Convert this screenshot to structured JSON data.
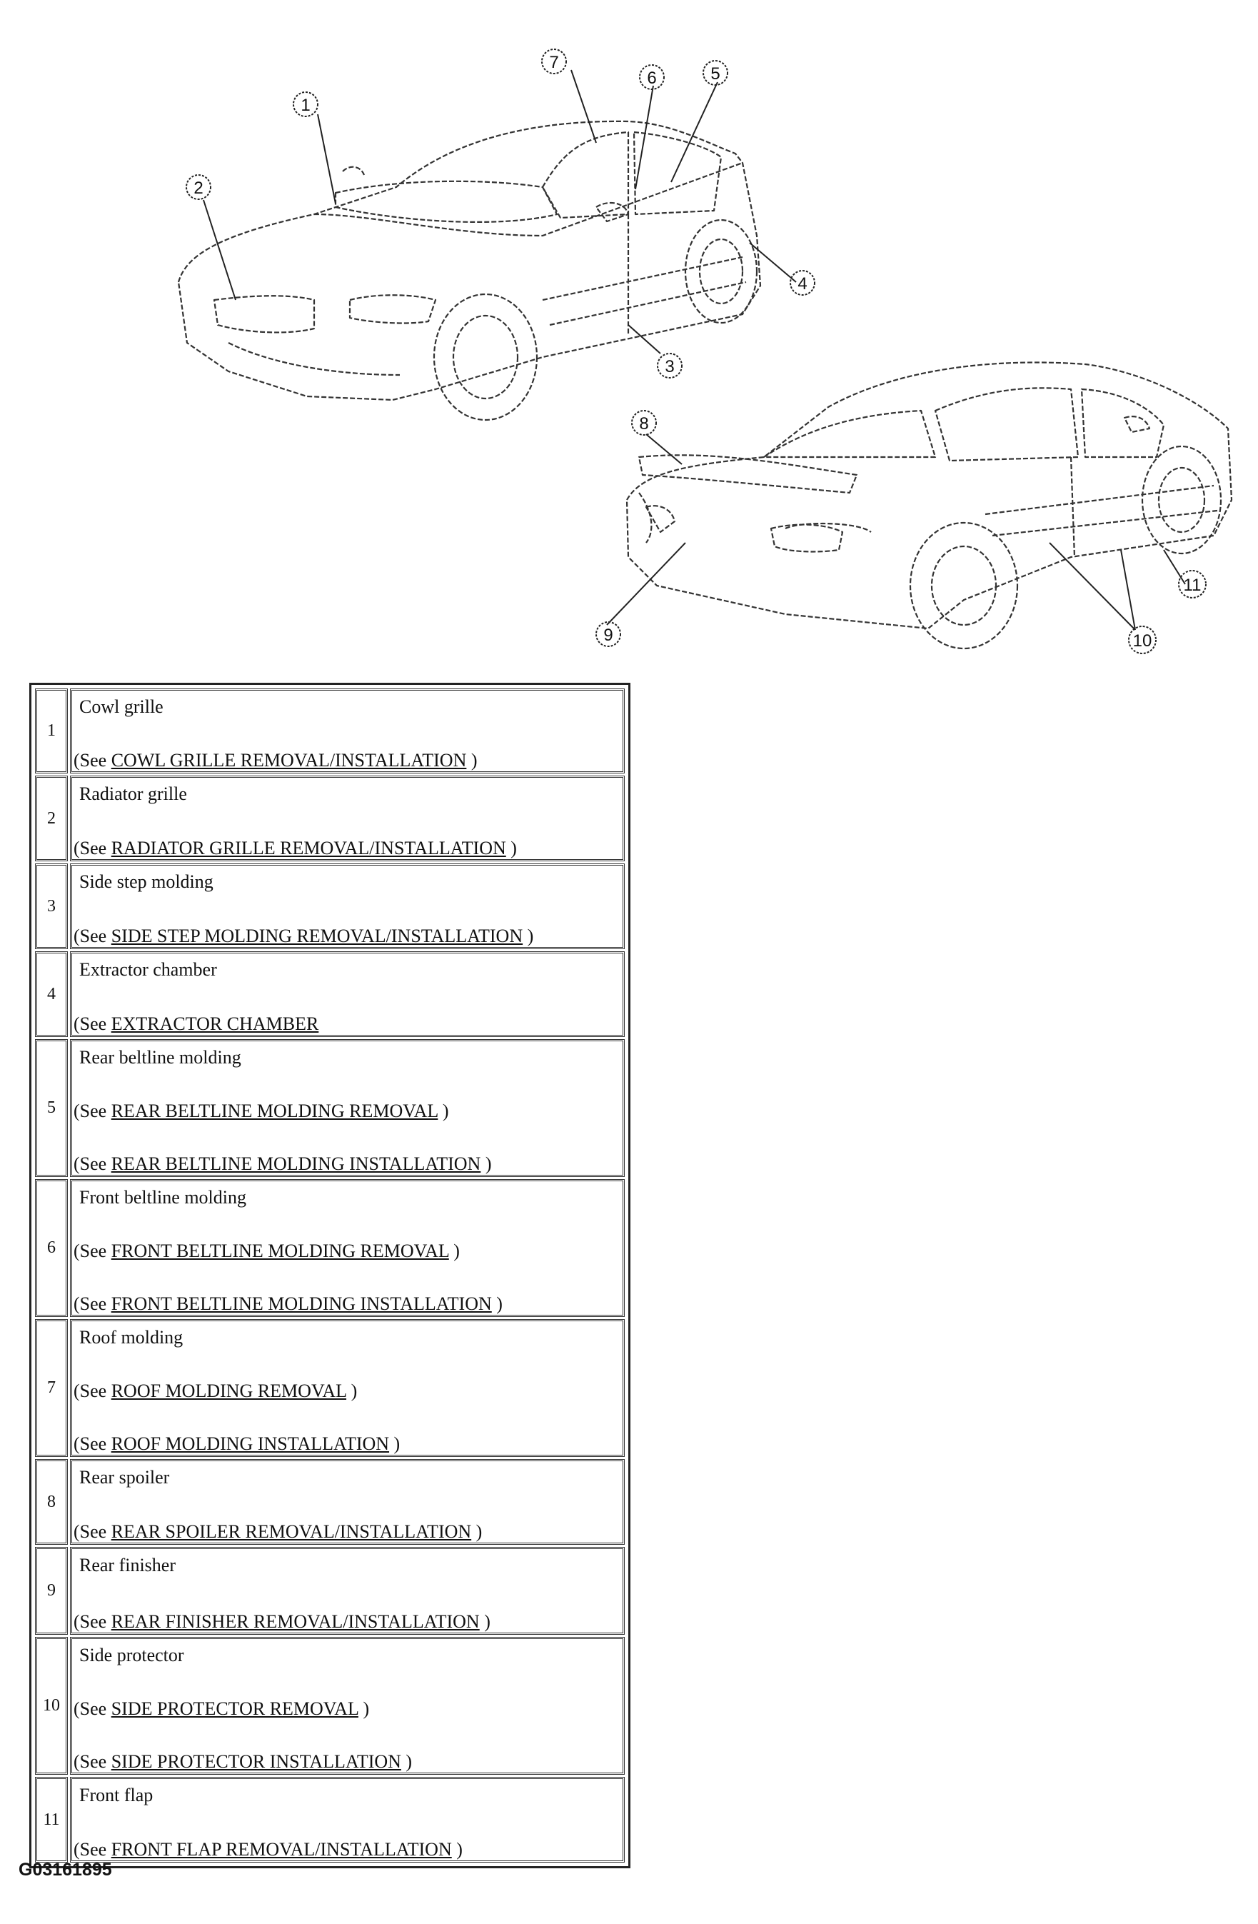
{
  "callouts": [
    "1",
    "2",
    "3",
    "4",
    "5",
    "6",
    "7",
    "8",
    "9",
    "10",
    "11"
  ],
  "parts": [
    {
      "num": "1",
      "name": "Cowl grille",
      "refs": [
        {
          "prefix": "(See ",
          "link": "COWL GRILLE REMOVAL/INSTALLATION",
          "suffix": " )"
        }
      ]
    },
    {
      "num": "2",
      "name": "Radiator grille",
      "refs": [
        {
          "prefix": "(See ",
          "link": "RADIATOR GRILLE REMOVAL/INSTALLATION",
          "suffix": " )"
        }
      ]
    },
    {
      "num": "3",
      "name": "Side step molding",
      "refs": [
        {
          "prefix": "(See ",
          "link": "SIDE STEP MOLDING REMOVAL/INSTALLATION",
          "suffix": " )"
        }
      ]
    },
    {
      "num": "4",
      "name": "Extractor chamber",
      "refs": [
        {
          "prefix": "(See ",
          "link": "EXTRACTOR CHAMBER",
          "suffix": ""
        }
      ]
    },
    {
      "num": "5",
      "name": "Rear beltline molding",
      "refs": [
        {
          "prefix": "(See ",
          "link": "REAR BELTLINE MOLDING REMOVAL",
          "suffix": " )"
        },
        {
          "prefix": "(See ",
          "link": "REAR BELTLINE MOLDING INSTALLATION",
          "suffix": " )"
        }
      ]
    },
    {
      "num": "6",
      "name": "Front beltline molding",
      "refs": [
        {
          "prefix": "(See ",
          "link": "FRONT BELTLINE MOLDING REMOVAL",
          "suffix": " )"
        },
        {
          "prefix": "(See ",
          "link": "FRONT BELTLINE MOLDING INSTALLATION",
          "suffix": " )"
        }
      ]
    },
    {
      "num": "7",
      "name": "Roof molding",
      "refs": [
        {
          "prefix": "(See ",
          "link": "ROOF MOLDING REMOVAL",
          "suffix": " )"
        },
        {
          "prefix": "(See ",
          "link": "ROOF MOLDING INSTALLATION",
          "suffix": " )"
        }
      ]
    },
    {
      "num": "8",
      "name": "Rear spoiler",
      "refs": [
        {
          "prefix": "(See ",
          "link": "REAR SPOILER REMOVAL/INSTALLATION",
          "suffix": " )"
        }
      ]
    },
    {
      "num": "9",
      "name": "Rear finisher",
      "refs": [
        {
          "prefix": "(See ",
          "link": "REAR FINISHER REMOVAL/INSTALLATION",
          "suffix": " )"
        }
      ]
    },
    {
      "num": "10",
      "name": "Side protector",
      "refs": [
        {
          "prefix": "(See ",
          "link": "SIDE PROTECTOR REMOVAL",
          "suffix": " )"
        },
        {
          "prefix": "(See ",
          "link": "SIDE PROTECTOR INSTALLATION",
          "suffix": " )"
        }
      ]
    },
    {
      "num": "11",
      "name": "Front flap",
      "refs": [
        {
          "prefix": "(See ",
          "link": "FRONT FLAP REMOVAL/INSTALLATION",
          "suffix": " )"
        }
      ]
    }
  ],
  "figure_code": "G03161895"
}
